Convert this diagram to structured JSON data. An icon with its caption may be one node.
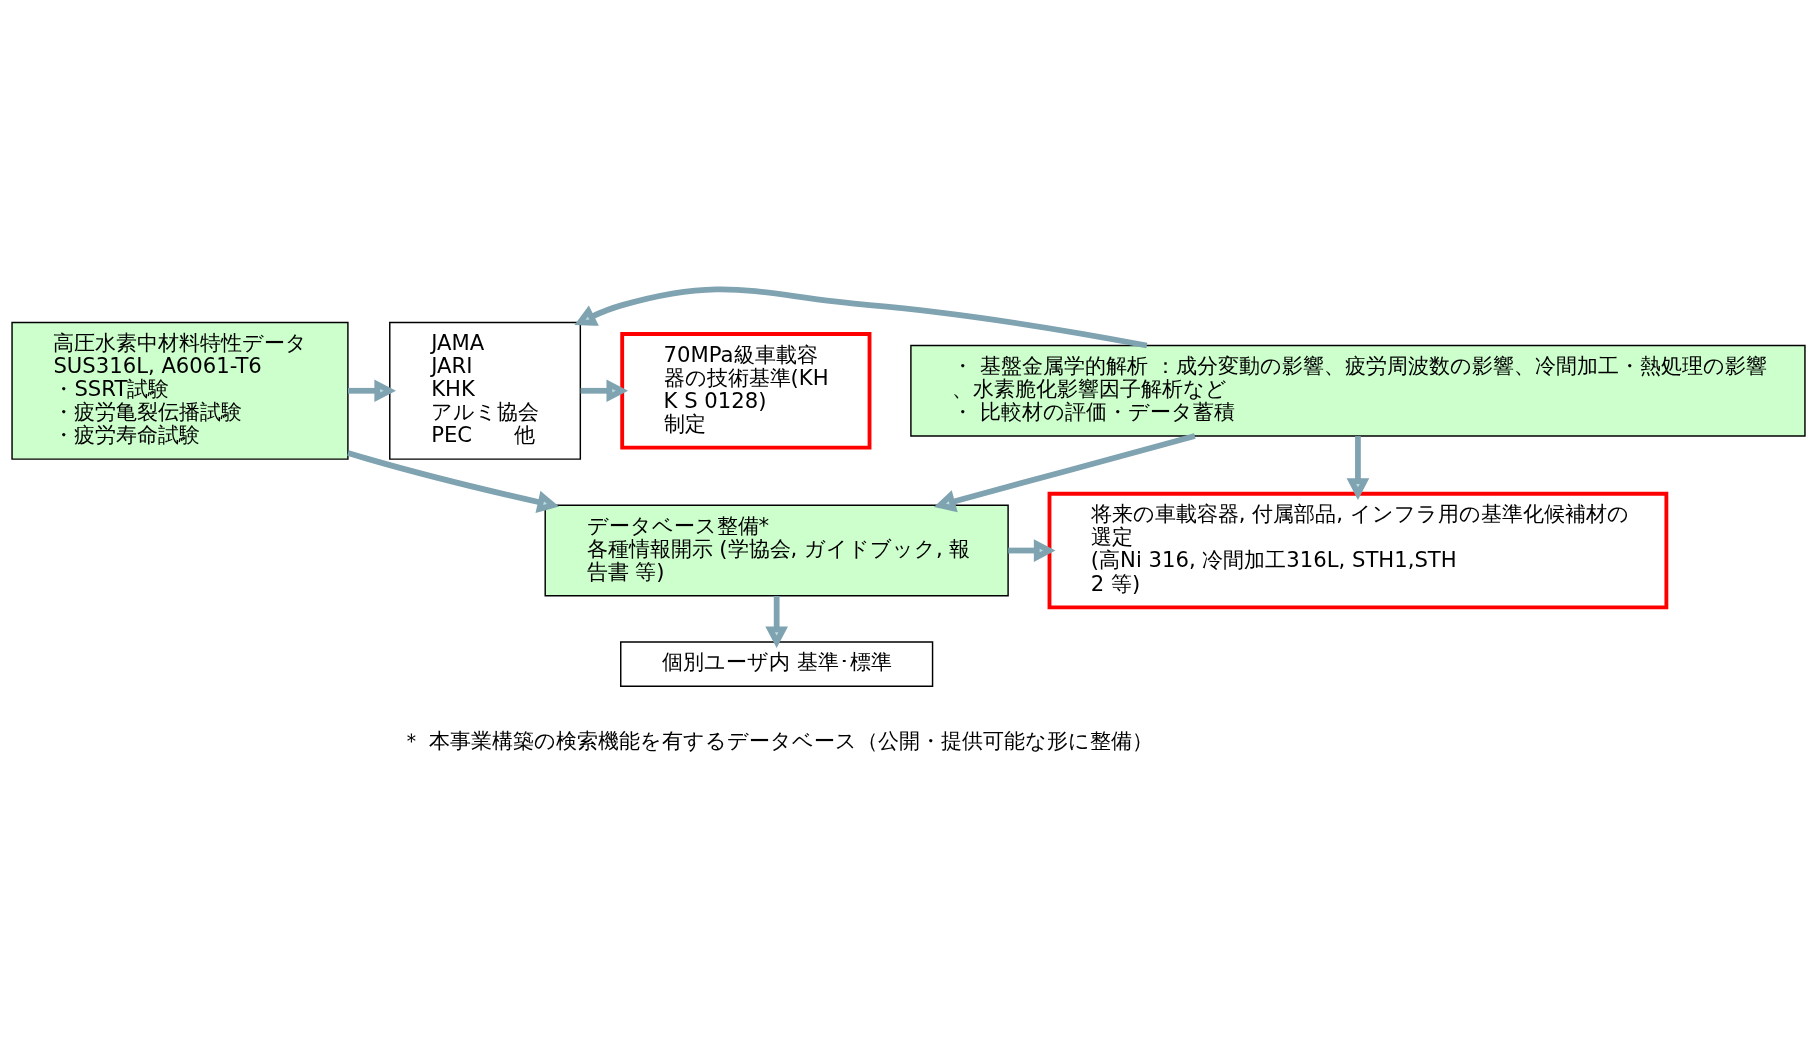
{
  "diagram": {
    "nodes": [
      {
        "text": [
          "高圧水素中材料特性データ",
          "SUS316L, A6061-T6",
          "・SSRT試験",
          "・疲労亀裂伝播試験",
          "・疲労寿命試験"
        ]
      },
      {
        "text": [
          "JAMA",
          "JARI",
          "KHK",
          "アルミ協会",
          "PEC　　他"
        ]
      },
      {
        "text": [
          "70MPa級車載容器の技術基準(KHK S 0128)制定"
        ]
      },
      {
        "text": [
          "・ 基盤金属学的解析 ：成分変動の影響、疲労周波数の影響、冷間加工・熱処理の影響、水素脆化影響因子解析など",
          "・ 比較材の評価・データ蓄積"
        ]
      },
      {
        "text": [
          "データベース整備*",
          "各種情報開示 (学協会, ガイドブック, 報告書 等)"
        ]
      },
      {
        "text": [
          "将来の車載容器, 付属部品, インフラ用の基準化候補材の選定",
          "(高Ni 316, 冷間加工316L, STH1,STH2 等)"
        ]
      },
      {
        "text": [
          "個別ユーザ内 基準･標準"
        ]
      }
    ],
    "edges": [
      {
        "from": 0,
        "to": 1,
        "arrow": "to"
      },
      {
        "from": 1,
        "to": 2,
        "arrow": "to"
      },
      {
        "from": 3,
        "to": 1,
        "arrow": "to"
      },
      {
        "from": 0,
        "to": 4,
        "arrow": "to"
      },
      {
        "from": 3,
        "to": 4,
        "arrow": "to"
      },
      {
        "from": 3,
        "to": 5,
        "arrow": "to"
      },
      {
        "from": 4,
        "to": 5,
        "arrow": "to"
      },
      {
        "from": 4,
        "to": 6,
        "arrow": "to"
      }
    ],
    "labels": [
      "＊ 本事業構築の検索機能を有するデータベース（公開・提供可能な形に整備）"
    ]
  }
}
